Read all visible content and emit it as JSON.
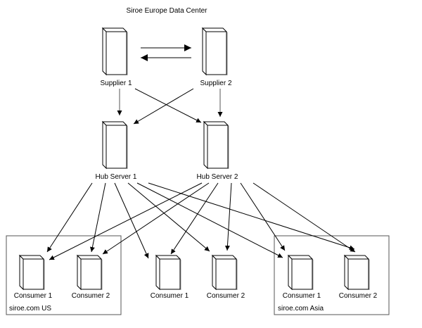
{
  "title": "Siroe Europe Data Center",
  "nodes": {
    "supplier1": {
      "label": "Supplier 1"
    },
    "supplier2": {
      "label": "Supplier 2"
    },
    "hub1": {
      "label": "Hub Server 1"
    },
    "hub2": {
      "label": "Hub Server 2"
    },
    "us_c1": {
      "label": "Consumer 1"
    },
    "us_c2": {
      "label": "Consumer 2"
    },
    "mid_c1": {
      "label": "Consumer 1"
    },
    "mid_c2": {
      "label": "Consumer 2"
    },
    "asia_c1": {
      "label": "Consumer 1"
    },
    "asia_c2": {
      "label": "Consumer 2"
    }
  },
  "groups": {
    "us": {
      "label": "siroe.com US"
    },
    "asia": {
      "label": "siroe.com Asia"
    }
  },
  "edges": [
    {
      "from": "supplier1",
      "to": "supplier2"
    },
    {
      "from": "supplier2",
      "to": "supplier1"
    },
    {
      "from": "supplier1",
      "to": "hub1"
    },
    {
      "from": "supplier1",
      "to": "hub2"
    },
    {
      "from": "supplier2",
      "to": "hub1"
    },
    {
      "from": "supplier2",
      "to": "hub2"
    },
    {
      "from": "hub1",
      "to": "us_c1"
    },
    {
      "from": "hub1",
      "to": "us_c2"
    },
    {
      "from": "hub1",
      "to": "mid_c1"
    },
    {
      "from": "hub1",
      "to": "mid_c2"
    },
    {
      "from": "hub1",
      "to": "asia_c1"
    },
    {
      "from": "hub1",
      "to": "asia_c2"
    },
    {
      "from": "hub2",
      "to": "us_c1"
    },
    {
      "from": "hub2",
      "to": "us_c2"
    },
    {
      "from": "hub2",
      "to": "mid_c1"
    },
    {
      "from": "hub2",
      "to": "mid_c2"
    },
    {
      "from": "hub2",
      "to": "asia_c1"
    },
    {
      "from": "hub2",
      "to": "asia_c2"
    }
  ]
}
